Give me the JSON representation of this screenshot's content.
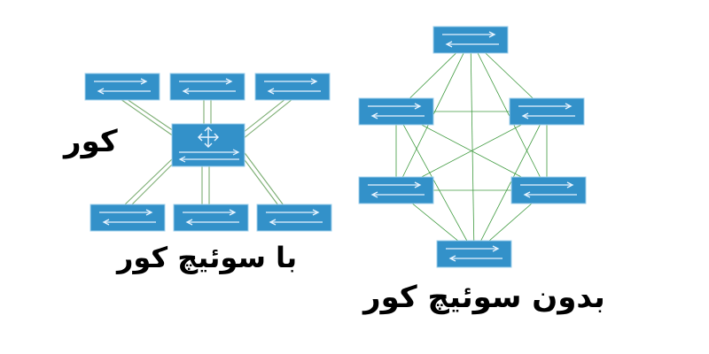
{
  "labels": {
    "core": "کور",
    "with_core_switch": "با سوئیچ کور",
    "without_core_switch": "بدون سوئیچ کور"
  },
  "colors": {
    "switch_fill": "#3391c9",
    "switch_border": "#9fd0ec",
    "arrow": "#e8f4ff",
    "link_with_core": "#7cae73",
    "link_mesh": "#3f9a3f"
  },
  "icons": {
    "access_switch": "bidirectional-arrows-icon",
    "core_switch": "four-way-arrow-icon"
  }
}
